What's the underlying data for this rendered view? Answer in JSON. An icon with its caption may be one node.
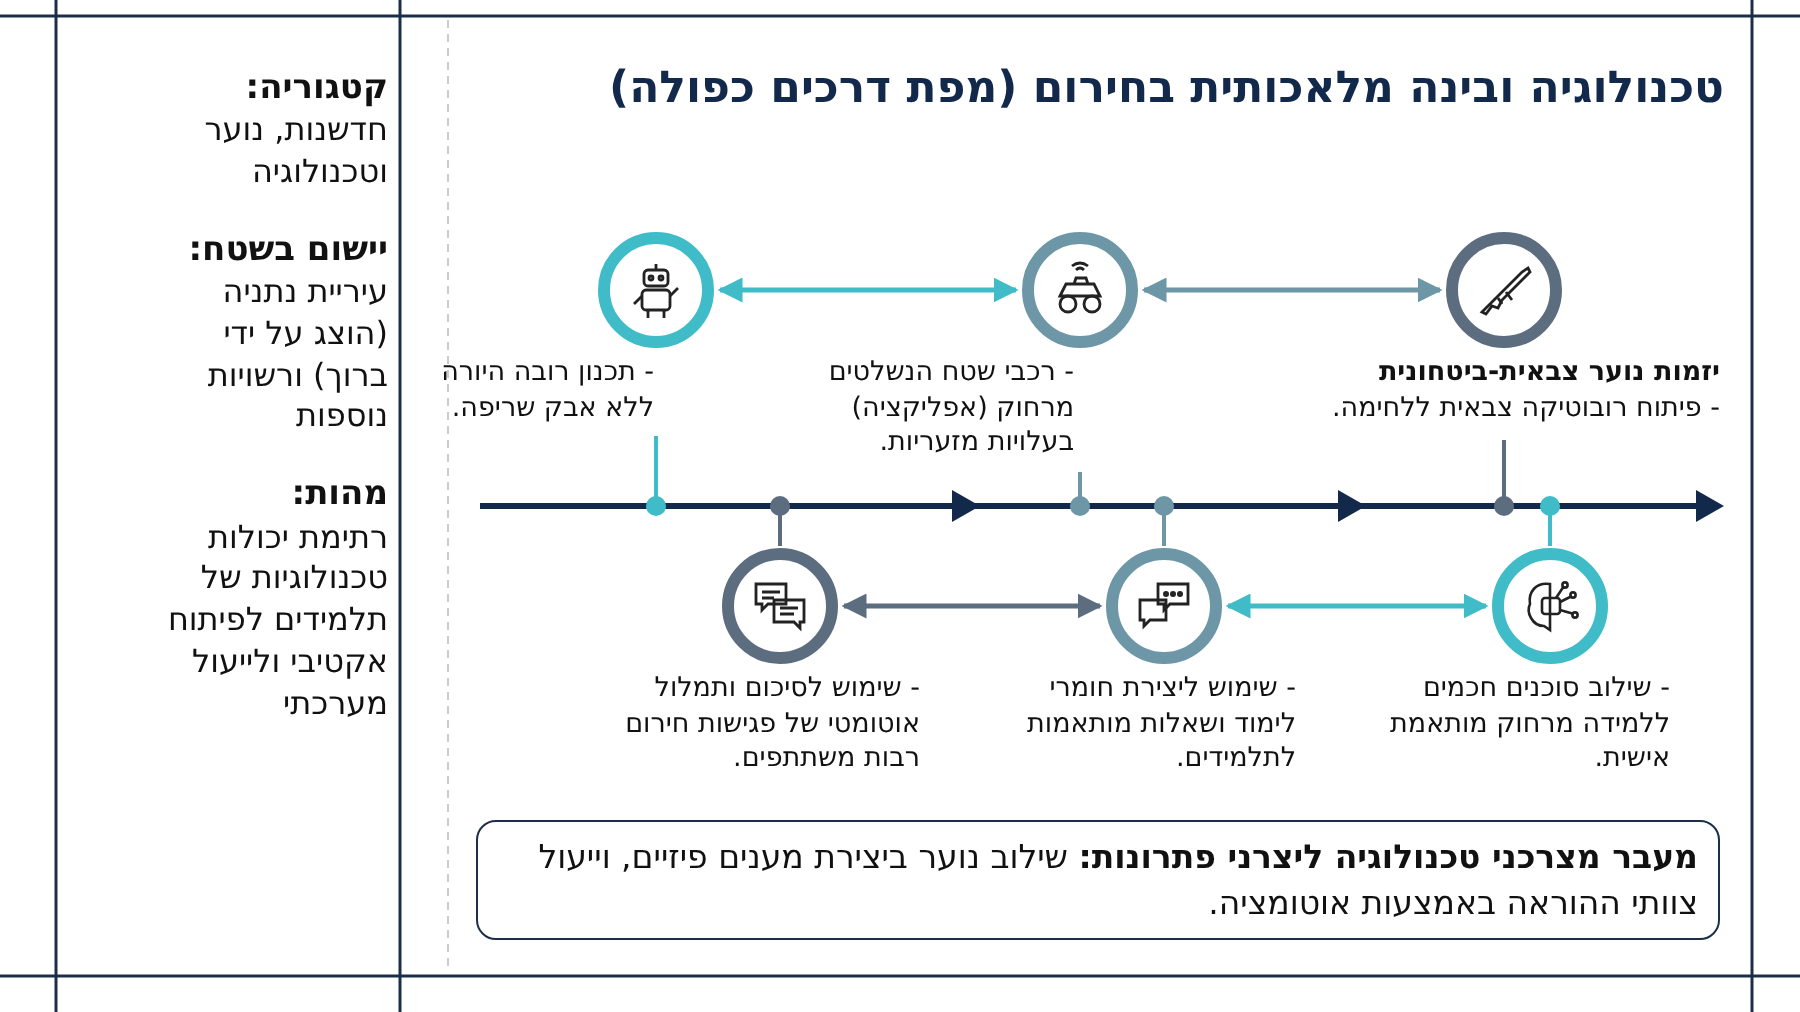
{
  "diagram": {
    "title": "טכנולוגיה ובינה מלאכותית בחירום (מפת דרכים כפולה)",
    "nodes": [
      {
        "text": [],
        "shape": "circle",
        "beside": [
          "יזמות נוער צבאית-ביטחונית",
          "- פיתוח רובוטיקה צבאית ללחימה."
        ]
      },
      {
        "text": [],
        "shape": "circle",
        "beside": [
          "- רכבי שטח הנשלטים מרחוק (אפליקציה) בעלויות מזעריות."
        ]
      },
      {
        "text": [],
        "shape": "circle",
        "beside": [
          "- תכנון רובה היורה ללא אבק שריפה."
        ]
      },
      {
        "text": [],
        "shape": "circle",
        "beside": [
          "- שילוב סוכנים חכמים ללמידה מרחוק מותאמת אישית."
        ]
      },
      {
        "text": [],
        "shape": "circle",
        "beside": [
          "- שימוש ליצירת חומרי לימוד ושאלות מותאמות לתלמידים."
        ]
      },
      {
        "text": [],
        "shape": "circle",
        "beside": [
          "- שימוש לסיכום ותמלול אוטומטי של פגישות חירום רבות משתתפים."
        ]
      },
      {
        "text": [
          "**מעבר מצרכני טכנולוגיה ליצרני פתרונות:** שילוב נוער ביצירת מענים פיזיים, וייעול צוותי ההוראה באמצעות אוטומציה."
        ]
      }
    ],
    "edges": [
      {
        "from": 0,
        "to": 1,
        "arrow": "both",
        "color": "#6d97a6"
      },
      {
        "from": 1,
        "to": 2,
        "arrow": "both",
        "color": "#3fbcc8"
      },
      {
        "from": 3,
        "to": 4,
        "arrow": "both",
        "color": "#3fbcc8"
      },
      {
        "from": 4,
        "to": 5,
        "arrow": "both",
        "color": "#5d6d80"
      }
    ],
    "labels": [
      "קטגוריה:",
      "חדשנות, נוער וטכנולוגיה",
      "יישום בשטח:",
      "עיריית נתניה (הוצג על ידי ברוך) ורשויות נוספות",
      "מהות:",
      "רתימת יכולות טכנולוגיות של תלמידים לפיתוח אקטיבי ולייעול מערכתי"
    ]
  }
}
